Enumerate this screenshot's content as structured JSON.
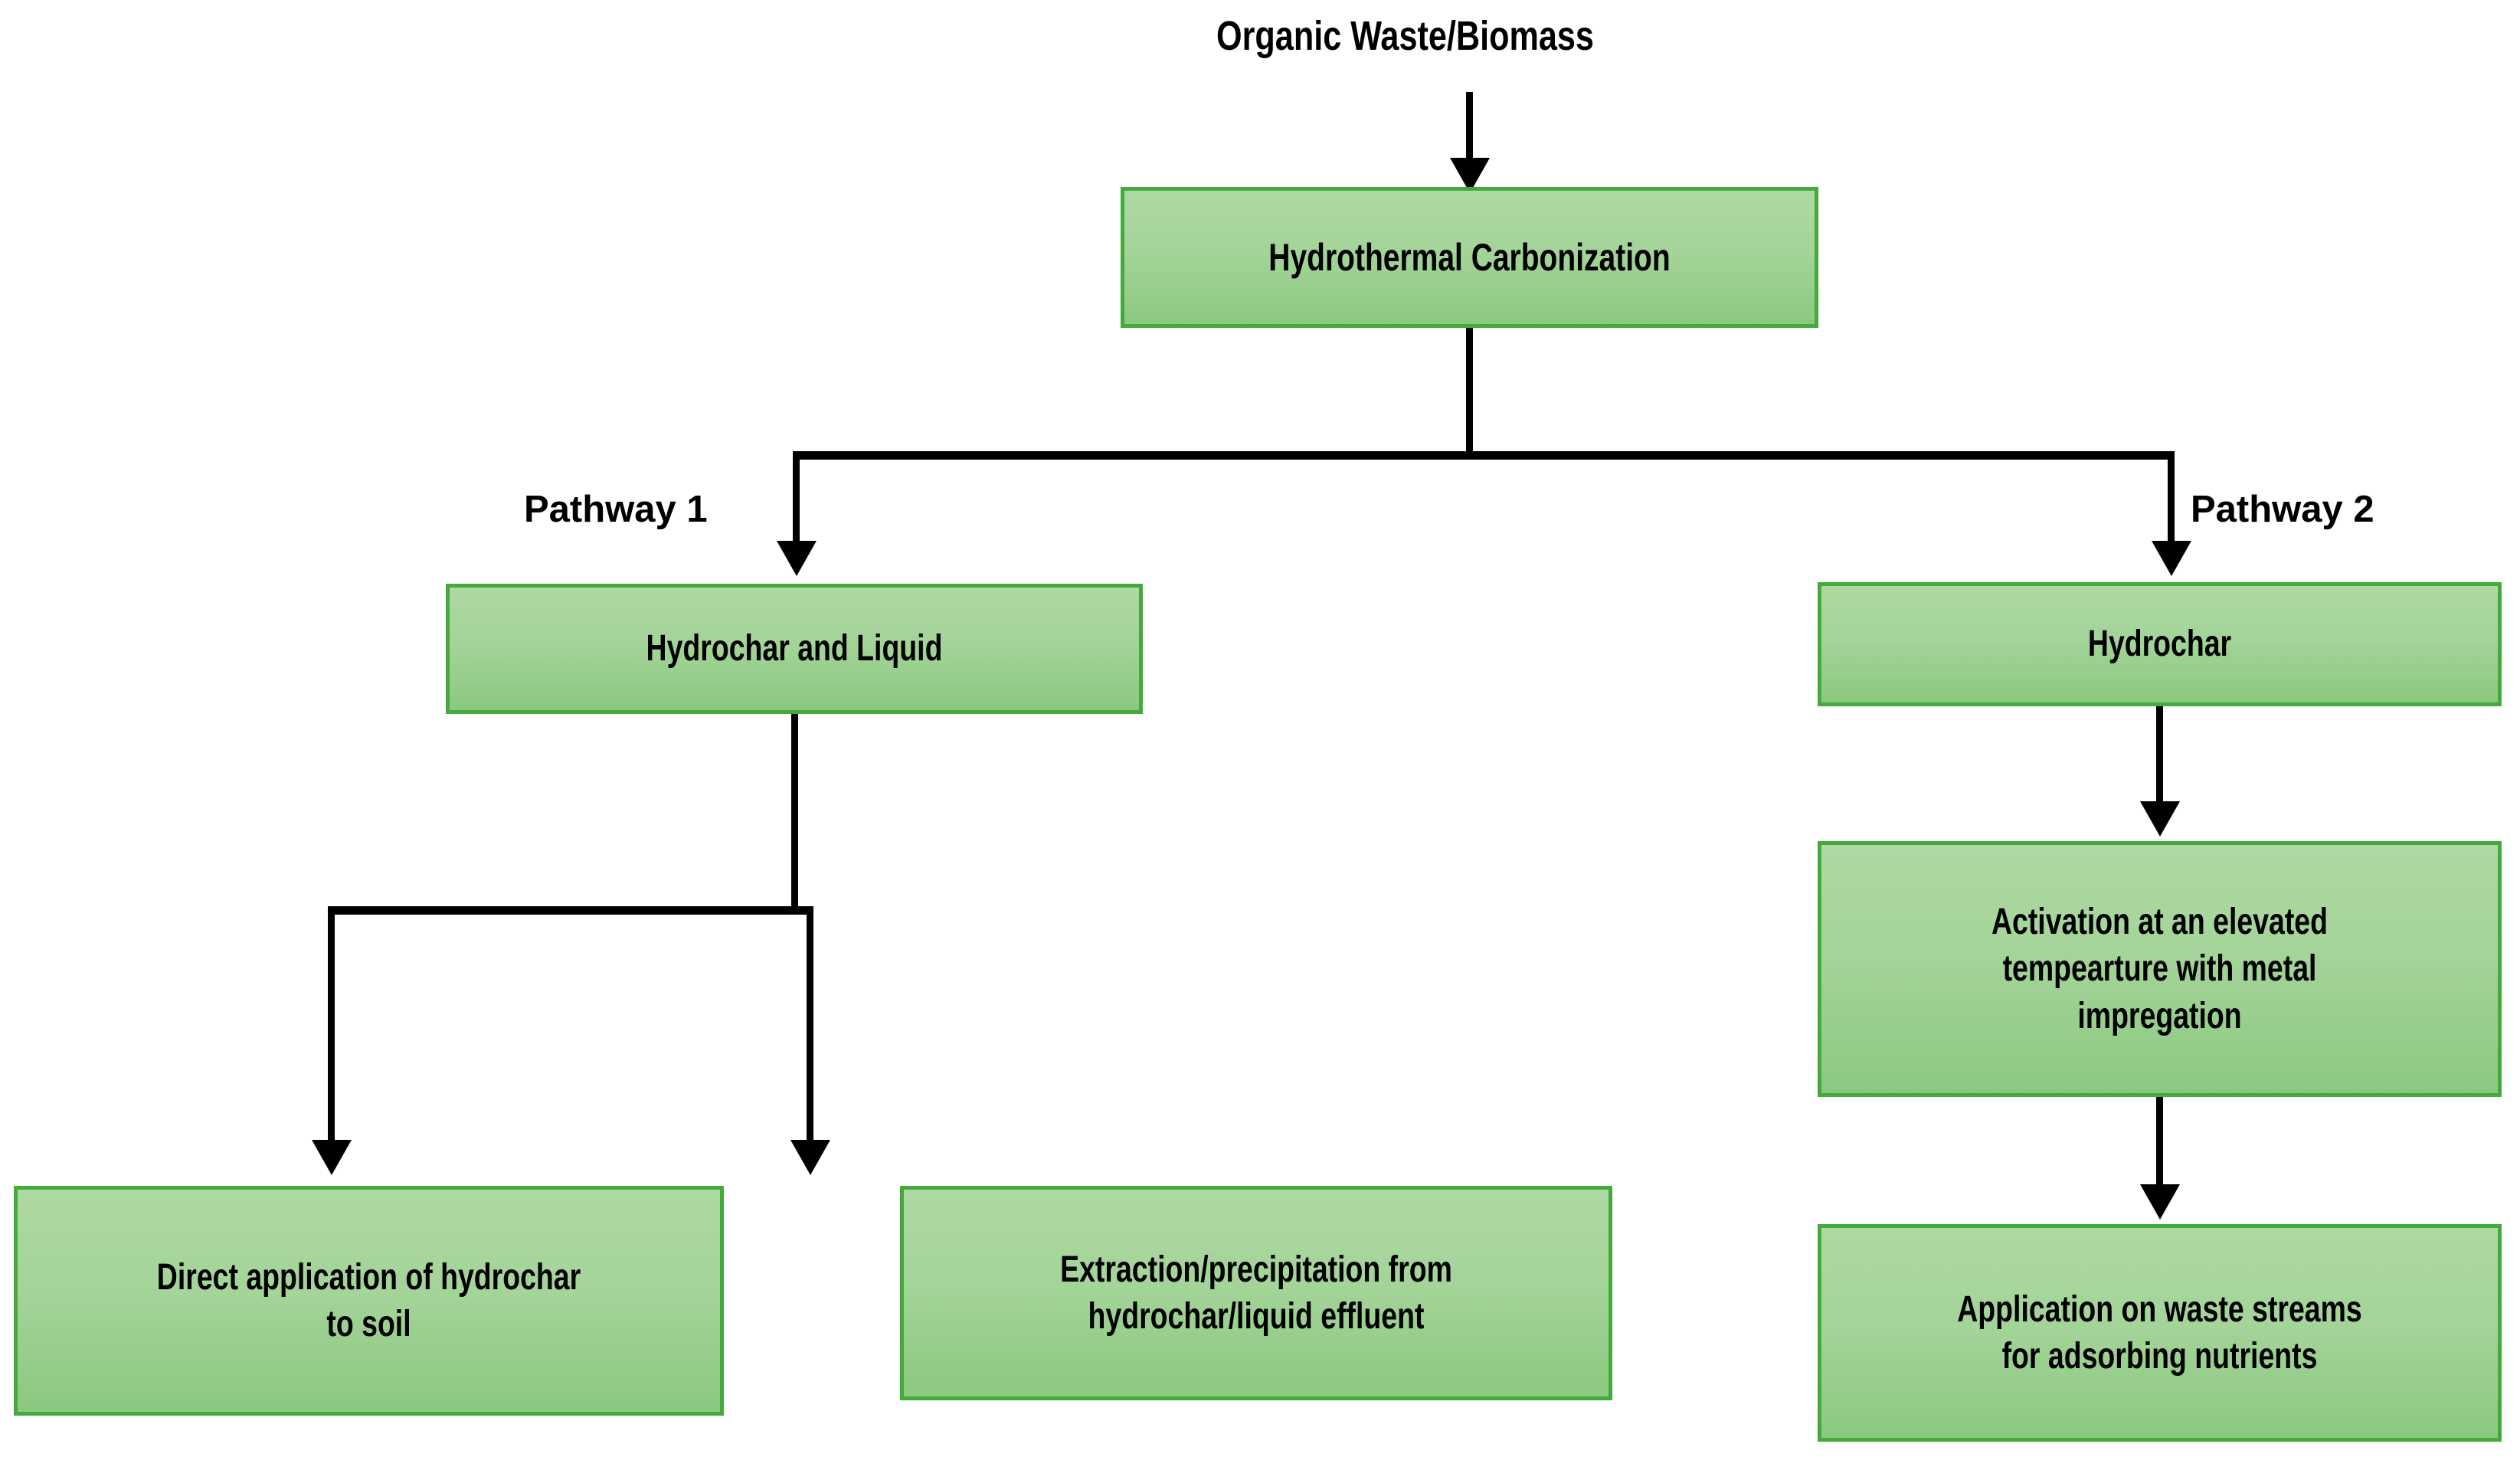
{
  "diagram": {
    "title": "Organic Waste/Biomass",
    "nodes": {
      "source_label": "Organic Waste/Biomass",
      "htc": "Hydrothermal Carbonization",
      "hydrochar_liquid": "Hydrochar and Liquid",
      "hydrochar": "Hydrochar",
      "activation": "Activation at an elevated\ntempearture with metal\nimpregation",
      "direct_application": "Direct application of hydrochar\nto soil",
      "extraction": "Extraction/precipitation from\nhydrochar/liquid effluent",
      "waste_streams": "Application on waste streams\nfor adsorbing nutrients"
    },
    "pathway_labels": {
      "pathway_1": "Pathway 1",
      "pathway_2": "Pathway 2"
    },
    "colors": {
      "node_fill_top": "#aed9a2",
      "node_fill_bottom": "#8bc97f",
      "node_border": "#45aa3c",
      "connector": "#000000",
      "text": "#000000",
      "background": "#ffffff"
    }
  }
}
